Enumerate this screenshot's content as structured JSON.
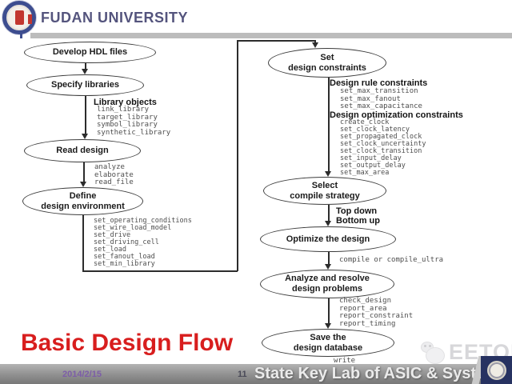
{
  "header": {
    "university_name": "FUDAN UNIVERSITY",
    "logo_icon": "fudan-university-seal"
  },
  "slide_title": "Basic Design Flow",
  "left_flow": {
    "nodes": [
      {
        "label": "Develop HDL files"
      },
      {
        "label": "Specify libraries"
      },
      {
        "label": "Read design"
      },
      {
        "label": "Define\ndesign environment"
      }
    ],
    "library_objects": {
      "title": "Library objects",
      "commands": "link_library\ntarget_library\nsymbol_library\nsynthetic_library"
    },
    "read_commands": "analyze\nelaborate\nread_file",
    "environment_commands": "set_operating_conditions\nset_wire_load_model\nset_drive\nset_driving_cell\nset_load\nset_fanout_load\nset_min_library"
  },
  "right_flow": {
    "nodes": [
      {
        "label": "Set\ndesign constraints"
      },
      {
        "label": "Select\ncompile strategy"
      },
      {
        "label": "Optimize the design"
      },
      {
        "label": "Analyze and resolve\ndesign problems"
      },
      {
        "label": "Save the\ndesign database"
      }
    ],
    "design_rule_constraints": {
      "title": "Design rule constraints",
      "commands": "set_max_transition\nset_max_fanout\nset_max_capacitance"
    },
    "design_optimization_constraints": {
      "title": "Design optimization constraints",
      "commands": "create_clock\nset_clock_latency\nset_propagated_clock\nset_clock_uncertainty\nset_clock_transition\nset_input_delay\nset_output_delay\nset_max_area"
    },
    "compile_strategy_options": "Top down\nBottom up",
    "compile_commands": "compile or compile_ultra",
    "analysis_commands": "check_design\nreport_area\nreport_constraint\nreport_timing",
    "save_command": "write"
  },
  "watermark": {
    "brand": "EETOP",
    "icon": "panda-mascot"
  },
  "footer": {
    "date": "2014/2/15",
    "page_number": "11",
    "lab_name": "State Key Lab of ASIC & System",
    "corner_icon": "fudan-seal-small"
  },
  "colors": {
    "title_red": "#d81e1e",
    "header_text_blue": "#54547d",
    "footer_navy": "#273261",
    "bar_gray": "#bcbcbc"
  }
}
